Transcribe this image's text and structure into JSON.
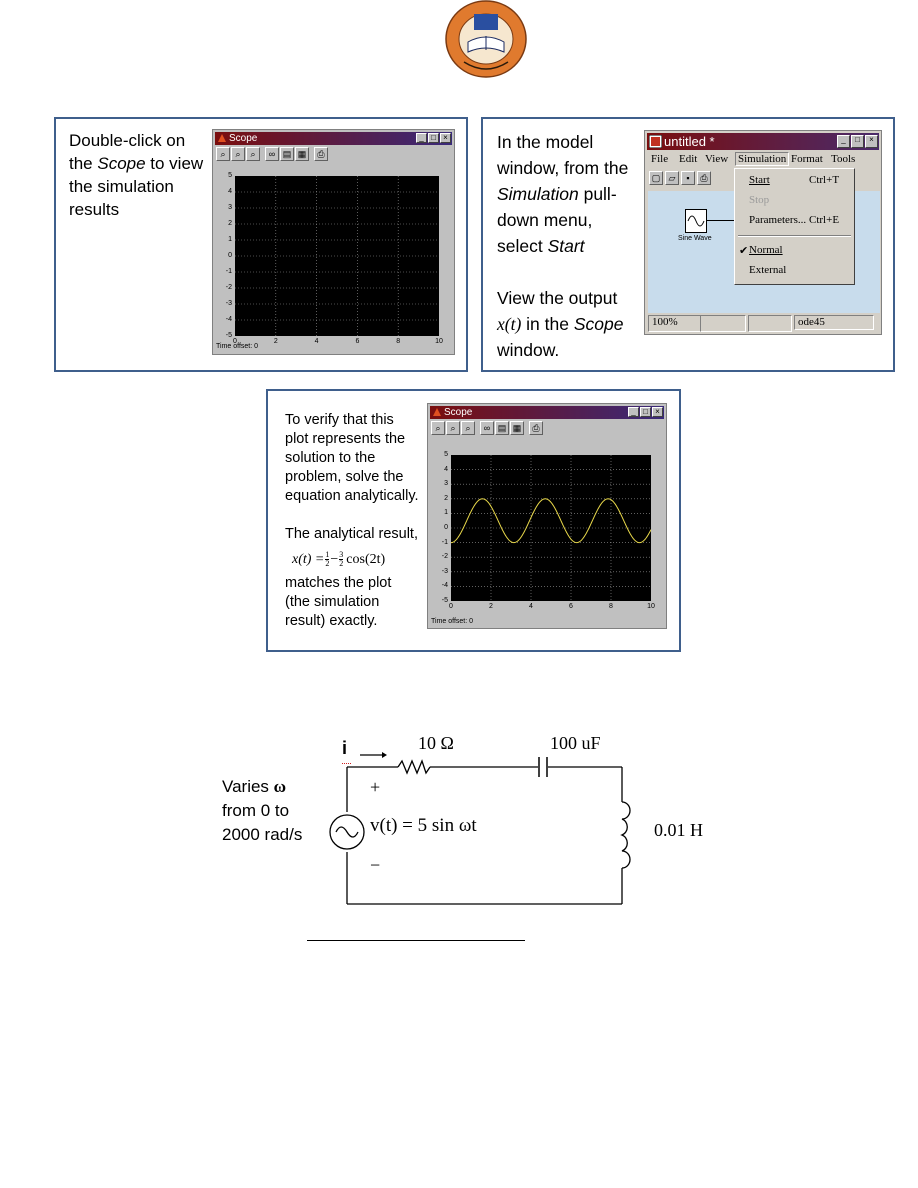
{
  "panel1": {
    "text": {
      "l1": "Double-click on",
      "l2a": "the ",
      "l2b": "Scope",
      "l2c": " to view",
      "l3": "the simulation",
      "l4": "results"
    },
    "scope_window": {
      "title": "Scope",
      "y_ticks": [
        "5",
        "4",
        "3",
        "2",
        "1",
        "0",
        "-1",
        "-2",
        "-3",
        "-4",
        "-5"
      ],
      "x_ticks": [
        "0",
        "2",
        "4",
        "6",
        "8",
        "10"
      ],
      "status": "Time offset:  0"
    }
  },
  "panel2": {
    "text": {
      "l1": "In the model",
      "l2": "window, from the",
      "l3a": "Simulation",
      "l3b": " pull-",
      "l4": "down menu,",
      "l5a": "select ",
      "l5b": "Start",
      "l6": "View the output",
      "l7a": "x(t)",
      "l7b": " in the ",
      "l7c": "Scope",
      "l8": "window."
    },
    "model_window": {
      "title": "untitled *",
      "menus": [
        "File",
        "Edit",
        "View",
        "Simulation",
        "Format",
        "Tools"
      ],
      "dropdown": {
        "start": "Start",
        "start_key": "Ctrl+T",
        "stop": "Stop",
        "parameters": "Parameters...",
        "parameters_key": "Ctrl+E",
        "normal": "Normal",
        "external": "External"
      },
      "block_label": "Sine Wave",
      "status_zoom": "100%",
      "status_solver": "ode45"
    }
  },
  "panel3": {
    "text": {
      "l1": "To verify that this",
      "l2": "plot represents the",
      "l3": "solution to the",
      "l4": "problem, solve the",
      "l5": "equation analytically.",
      "l6": "The analytical result,",
      "eq_lhs": "x(t) = ",
      "eq_f1n": "1",
      "eq_f1d": "2",
      "eq_minus": " − ",
      "eq_f2n": "3",
      "eq_f2d": "2",
      "eq_rhs": "cos(2t)",
      "l7": "matches the plot",
      "l8": "(the simulation",
      "l9": "result) exactly."
    },
    "scope_window": {
      "title": "Scope",
      "y_ticks": [
        "5",
        "4",
        "3",
        "2",
        "1",
        "0",
        "-1",
        "-2",
        "-3",
        "-4",
        "-5"
      ],
      "x_ticks": [
        "0",
        "2",
        "4",
        "6",
        "8",
        "10"
      ],
      "status": "Time offset:  0"
    },
    "chart_data": {
      "type": "line",
      "function": "x(t) = 1/2 - 3/2 cos(2t)",
      "xlim": [
        0,
        10
      ],
      "ylim": [
        -5,
        5
      ],
      "grid": true,
      "series_color": "#e8d84a"
    }
  },
  "circuit": {
    "current_label": "i",
    "resistor": "10 Ω",
    "capacitor": "100 uF",
    "inductor": "0.01 H",
    "plus": "+",
    "minus": "−",
    "source": "v(t) = 5 sin ωt",
    "varies_a": "Varies ",
    "varies_omega": "ω",
    "varies_b": "from 0 to",
    "varies_c": "2000 rad/s"
  },
  "colors": {
    "panel_border": "#3f5f8c",
    "title_red": "#7a0e0e",
    "title_blue": "#3a2a7a",
    "logo_orange": "#e07a2e"
  }
}
